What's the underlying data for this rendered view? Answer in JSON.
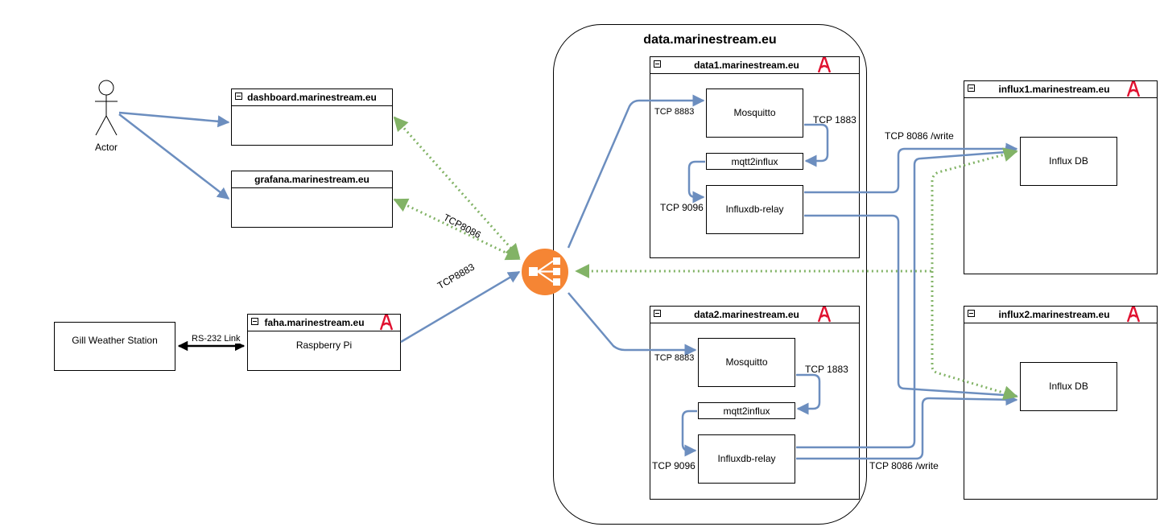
{
  "actor": {
    "label": "Actor"
  },
  "region": {
    "title": "data.marinestream.eu"
  },
  "nodes": {
    "dashboard": {
      "title": "dashboard.marinestream.eu"
    },
    "grafana": {
      "title": "grafana.marinestream.eu"
    },
    "faha": {
      "title": "faha.marinestream.eu",
      "body": "Raspberry Pi"
    },
    "weather": {
      "label": "Gill Weather Station"
    },
    "data1": {
      "title": "data1.marinestream.eu",
      "mosquitto": "Mosquitto",
      "mqtt2influx": "mqtt2influx",
      "relay": "Influxdb-relay"
    },
    "data2": {
      "title": "data2.marinestream.eu",
      "mosquitto": "Mosquitto",
      "mqtt2influx": "mqtt2influx",
      "relay": "Influxdb-relay"
    },
    "influx1": {
      "title": "influx1.marinestream.eu",
      "db": "Influx DB"
    },
    "influx2": {
      "title": "influx2.marinestream.eu",
      "db": "Influx DB"
    }
  },
  "edge_labels": {
    "rs232": "RS-232 Link",
    "tcp8883_lb": "TCP8883",
    "tcp8086_lb": "TCP8086",
    "d1_tcp8883": "TCP 8883",
    "d1_tcp1883": "TCP 1883",
    "d1_tcp9096": "TCP 9096",
    "d2_tcp8883": "TCP 8883",
    "d2_tcp1883": "TCP 1883",
    "d2_tcp9096": "TCP 9096",
    "write_top": "TCP 8086 /write",
    "write_bottom": "TCP 8086 /write"
  },
  "colors": {
    "blue_edge": "#6c8ebf",
    "green_edge": "#82b366",
    "lb_fill": "#f58534",
    "logo_red": "#e0102f"
  },
  "icons": {
    "load_balancer": "load-balancer-icon",
    "vendor_logo": "vendor-a-logo-icon",
    "actor": "stick-figure-icon"
  }
}
